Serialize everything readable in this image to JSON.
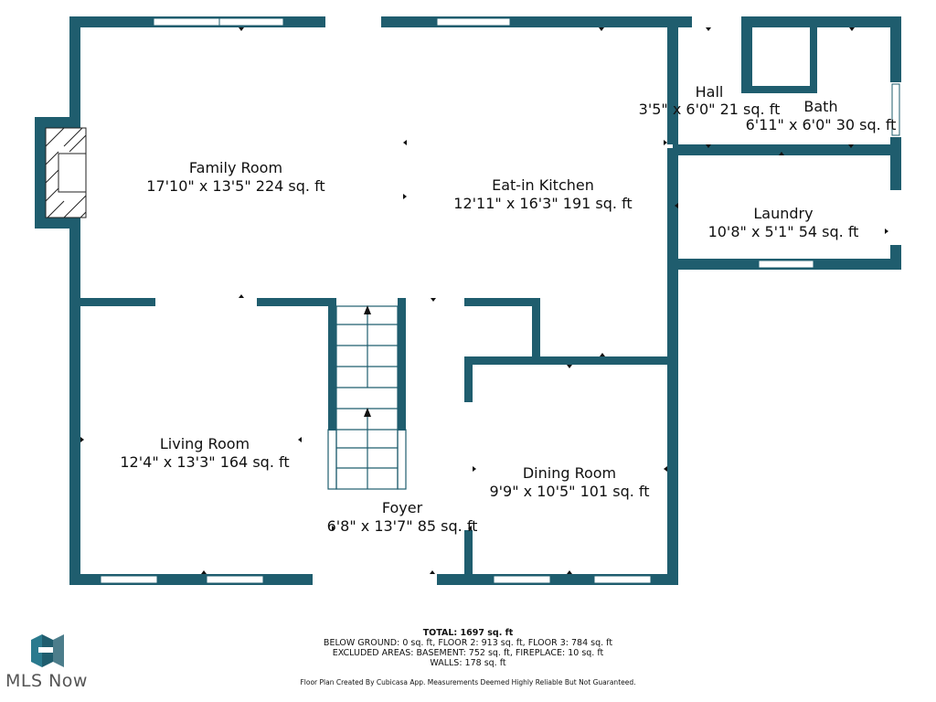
{
  "rooms": {
    "family_room": {
      "name": "Family Room",
      "dims": "17'10\" x 13'5\" 224 sq. ft"
    },
    "eat_in_kitchen": {
      "name": "Eat-in Kitchen",
      "dims": "12'11\" x 16'3\" 191 sq. ft"
    },
    "hall": {
      "name": "Hall",
      "dims": "3'5\" x 6'0\" 21 sq. ft"
    },
    "bath": {
      "name": "Bath",
      "dims": "6'11\" x 6'0\" 30 sq. ft"
    },
    "laundry": {
      "name": "Laundry",
      "dims": "10'8\" x 5'1\" 54 sq. ft"
    },
    "living_room": {
      "name": "Living Room",
      "dims": "12'4\" x 13'3\" 164 sq. ft"
    },
    "foyer": {
      "name": "Foyer",
      "dims": "6'8\" x 13'7\" 85 sq. ft"
    },
    "dining_room": {
      "name": "Dining Room",
      "dims": "9'9\" x 10'5\" 101 sq. ft"
    }
  },
  "summary": {
    "total": "TOTAL: 1697 sq. ft",
    "below_ground": "BELOW GROUND: 0 sq. ft, FLOOR 2: 913 sq. ft, FLOOR 3: 784 sq. ft",
    "excluded": "EXCLUDED AREAS: BASEMENT: 752 sq. ft, FIREPLACE: 10 sq. ft",
    "walls": "WALLS: 178 sq. ft"
  },
  "credit": "Floor Plan Created By Cubicasa App. Measurements Deemed Highly Reliable But Not Guaranteed.",
  "logo": {
    "text": "MLS Now",
    "icon": "mls-now-logo-icon"
  },
  "colors": {
    "wall": "#1f5d6e",
    "text": "#111111",
    "background": "#ffffff"
  }
}
